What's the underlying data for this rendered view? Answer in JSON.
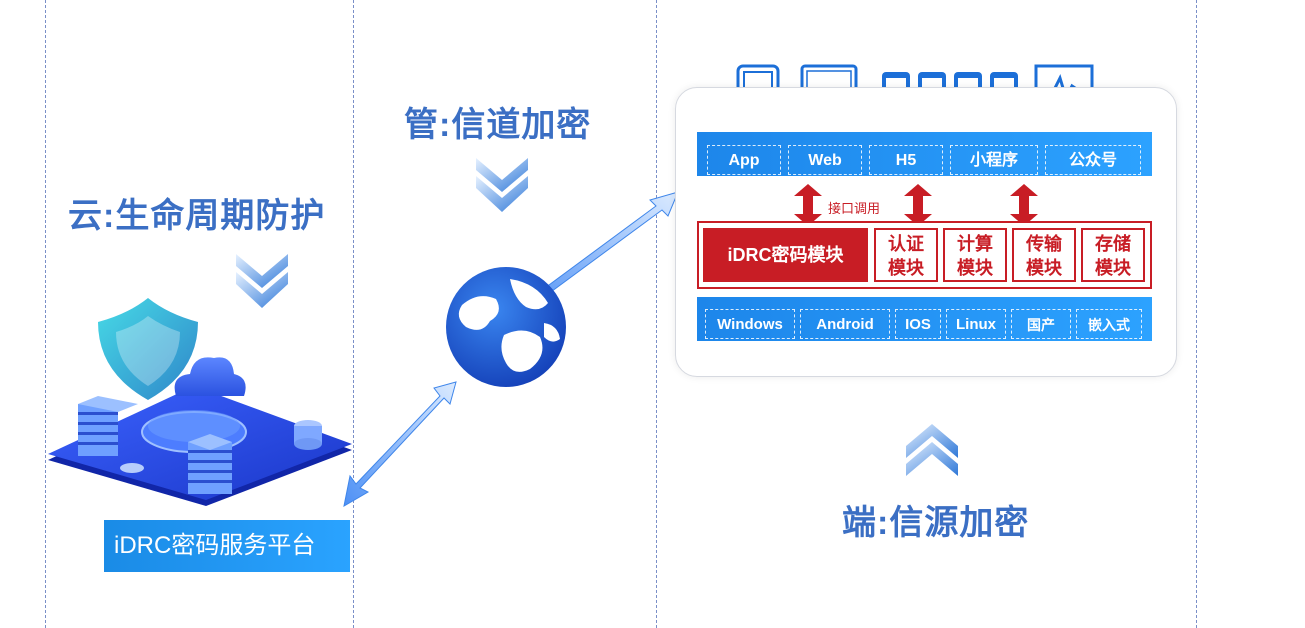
{
  "headings": {
    "cloud": "云:生命周期防护",
    "pipe": "管:信道加密",
    "end": "端:信源加密"
  },
  "platform_label": "iDRC密码服务平台",
  "top_bar": [
    "App",
    "Web",
    "H5",
    "小程序",
    "公众号"
  ],
  "call_label": "接口调用",
  "module_title": "iDRC密码模块",
  "modules": [
    {
      "line1": "认证",
      "line2": "模块"
    },
    {
      "line1": "计算",
      "line2": "模块"
    },
    {
      "line1": "传输",
      "line2": "模块"
    },
    {
      "line1": "存储",
      "line2": "模块"
    }
  ],
  "bottom_bar": [
    "Windows",
    "Android",
    "IOS",
    "Linux",
    "国产",
    "嵌入式"
  ],
  "colors": {
    "heading_blue": "#3b6fc4",
    "bar_blue": "#1d86ea",
    "module_red": "#c81d25",
    "device_blue": "#1c6fd8"
  },
  "icons": [
    "tablet-icon",
    "laptop-icon",
    "phone-icon",
    "monitor-icon",
    "shield-icon",
    "cloud-icon",
    "server-icon",
    "globe-icon"
  ]
}
